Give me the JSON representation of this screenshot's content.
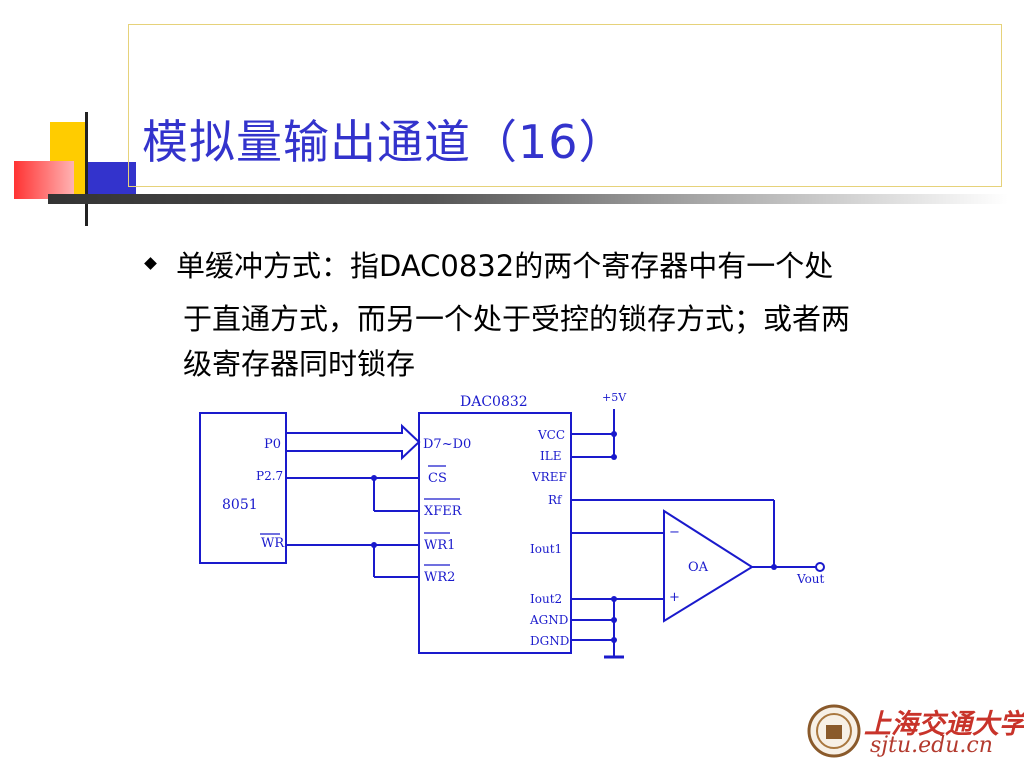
{
  "slide": {
    "title": "模拟量输出通道（16）",
    "bullet": {
      "line1": "单缓冲方式：指DAC0832的两个寄存器中有一个处",
      "line2": "于直通方式，而另一个处于受控的锁存方式；或者两",
      "line3": "级寄存器同时锁存"
    }
  },
  "diagram": {
    "chip_label": "DAC0832",
    "supply": "+5V",
    "mcu_label": "8051",
    "mcu_pins": {
      "p0": "P0",
      "p27": "P2.7",
      "wr": "WR"
    },
    "dac_pins_left": {
      "d": "D7~D0",
      "cs": "CS",
      "xfer": "XFER",
      "wr1": "WR1",
      "wr2": "WR2"
    },
    "dac_pins_right": {
      "vcc": "VCC",
      "ile": "ILE",
      "vref": "VREF",
      "rf": "Rf",
      "iout1": "Iout1",
      "iout2": "Iout2",
      "agnd": "AGND",
      "dgnd": "DGND"
    },
    "opamp_label": "OA",
    "opamp_minus": "−",
    "opamp_plus": "+",
    "output_label": "Vout"
  },
  "logo": {
    "name": "上海交通大学",
    "url": "sjtu.edu.cn"
  },
  "colors": {
    "title": "#3333cc",
    "circuit": "#1a1acc",
    "logo": "#c8332a"
  }
}
